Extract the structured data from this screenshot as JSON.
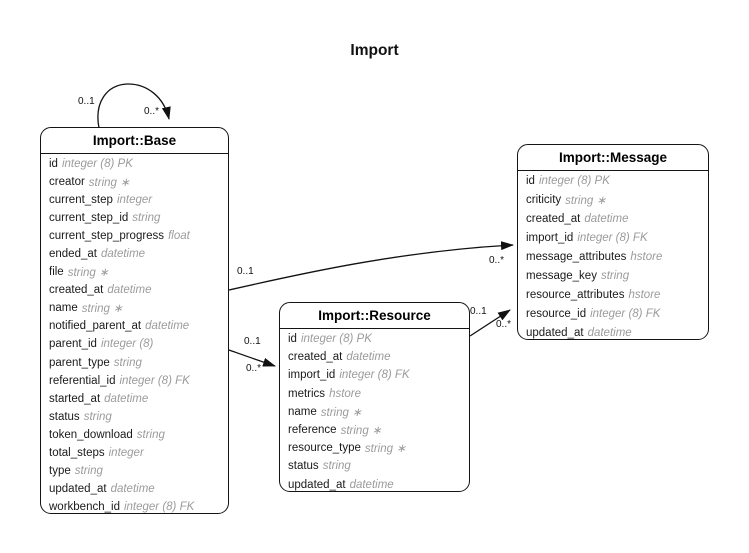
{
  "title": "Import",
  "entities": {
    "base": {
      "name": "Import::Base",
      "fields": [
        {
          "name": "id",
          "type": "integer (8) PK"
        },
        {
          "name": "creator",
          "type": "string ∗"
        },
        {
          "name": "current_step",
          "type": "integer"
        },
        {
          "name": "current_step_id",
          "type": "string"
        },
        {
          "name": "current_step_progress",
          "type": "float"
        },
        {
          "name": "ended_at",
          "type": "datetime"
        },
        {
          "name": "file",
          "type": "string ∗"
        },
        {
          "name": "created_at",
          "type": "datetime"
        },
        {
          "name": "name",
          "type": "string ∗"
        },
        {
          "name": "notified_parent_at",
          "type": "datetime"
        },
        {
          "name": "parent_id",
          "type": "integer (8)"
        },
        {
          "name": "parent_type",
          "type": "string"
        },
        {
          "name": "referential_id",
          "type": "integer (8) FK"
        },
        {
          "name": "started_at",
          "type": "datetime"
        },
        {
          "name": "status",
          "type": "string"
        },
        {
          "name": "token_download",
          "type": "string"
        },
        {
          "name": "total_steps",
          "type": "integer"
        },
        {
          "name": "type",
          "type": "string"
        },
        {
          "name": "updated_at",
          "type": "datetime"
        },
        {
          "name": "workbench_id",
          "type": "integer (8) FK"
        }
      ]
    },
    "resource": {
      "name": "Import::Resource",
      "fields": [
        {
          "name": "id",
          "type": "integer (8) PK"
        },
        {
          "name": "created_at",
          "type": "datetime"
        },
        {
          "name": "import_id",
          "type": "integer (8) FK"
        },
        {
          "name": "metrics",
          "type": "hstore"
        },
        {
          "name": "name",
          "type": "string ∗"
        },
        {
          "name": "reference",
          "type": "string ∗"
        },
        {
          "name": "resource_type",
          "type": "string ∗"
        },
        {
          "name": "status",
          "type": "string"
        },
        {
          "name": "updated_at",
          "type": "datetime"
        }
      ]
    },
    "message": {
      "name": "Import::Message",
      "fields": [
        {
          "name": "id",
          "type": "integer (8) PK"
        },
        {
          "name": "criticity",
          "type": "string ∗"
        },
        {
          "name": "created_at",
          "type": "datetime"
        },
        {
          "name": "import_id",
          "type": "integer (8) FK"
        },
        {
          "name": "message_attributes",
          "type": "hstore"
        },
        {
          "name": "message_key",
          "type": "string"
        },
        {
          "name": "resource_attributes",
          "type": "hstore"
        },
        {
          "name": "resource_id",
          "type": "integer (8) FK"
        },
        {
          "name": "updated_at",
          "type": "datetime"
        }
      ]
    }
  },
  "relationships": [
    {
      "source": "Import::Base",
      "target": "Import::Base",
      "source_cardinality": "0..1",
      "target_cardinality": "0..*"
    },
    {
      "source": "Import::Base",
      "target": "Import::Message",
      "source_cardinality": "0..1",
      "target_cardinality": "0..*"
    },
    {
      "source": "Import::Base",
      "target": "Import::Resource",
      "source_cardinality": "0..1",
      "target_cardinality": "0..*"
    },
    {
      "source": "Import::Resource",
      "target": "Import::Message",
      "source_cardinality": "0..1",
      "target_cardinality": "0..*"
    }
  ]
}
